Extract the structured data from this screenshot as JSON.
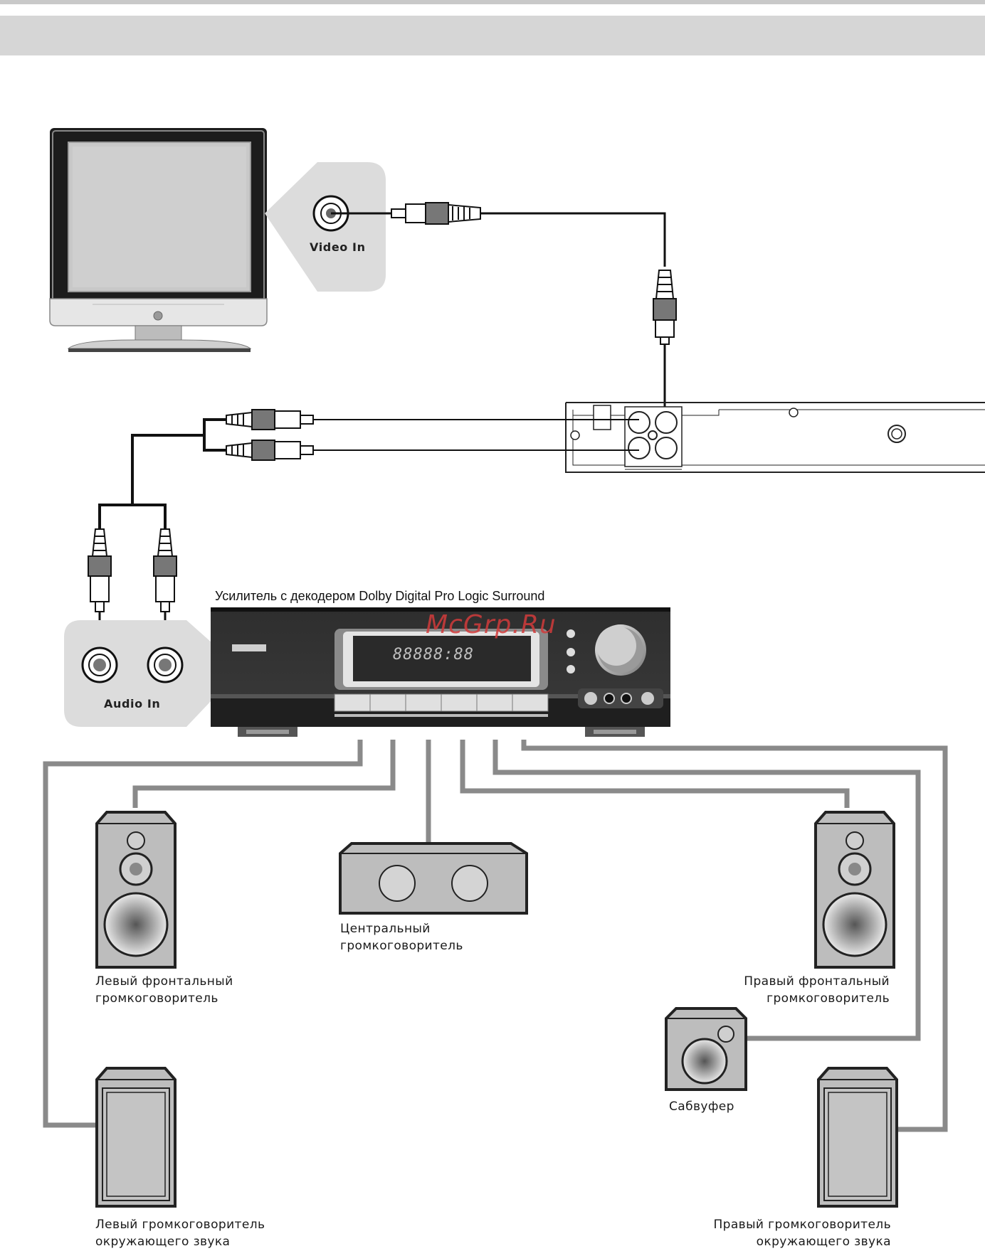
{
  "labels": {
    "video_in": "Video In",
    "audio_in": "Audio In",
    "amplifier": "Усилитель с декодером Dolby Digital Pro Logic Surround",
    "center": [
      "Центральный",
      "громкоговоритель"
    ],
    "front_left": [
      "Левый  фронтальный",
      "громкоговоритель"
    ],
    "front_right": [
      "Правый  фронтальный",
      "громкоговоритель"
    ],
    "subwoofer": "Сабвуфер",
    "surround_left": [
      "Левый  громкоговоритель",
      "окружающего   звука"
    ],
    "surround_right": [
      "Правый  громкоговоритель",
      "окружающего   звука"
    ]
  },
  "watermark": "McGrp.Ru",
  "display": "88888:88",
  "colors": {
    "header_band": "#d6d6d6",
    "panel_bg": "#dcdcdc",
    "wire_gray": "#8a8a8a",
    "wire_black": "#111111",
    "device_dark": "#2a2a2a",
    "speaker_face": "#bdbdbd"
  }
}
